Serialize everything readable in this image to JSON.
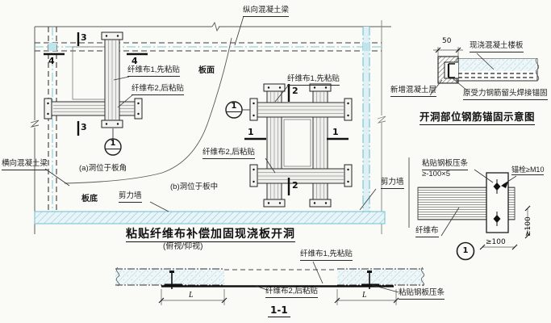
{
  "colors": {
    "cyan_line": "#7cc5d6",
    "cyan_fill": "#e8f4f7",
    "line": "#333333",
    "paper": "#fafaf7"
  },
  "plan": {
    "title": "粘贴纤维布补偿加固现浇板开洞",
    "subtitle": "(俯视/仰视)",
    "beam_top": "纵向混凝土梁",
    "beam_left": "横向混凝土梁",
    "slab_face": "板面",
    "slab_soffit": "板底",
    "wall_bottom": "剪力墙",
    "wall_right": "剪力墙",
    "case_a": "(a)洞位于板角",
    "case_b": "(b)洞位于板中",
    "fiber1": "纤维布1,先粘贴",
    "fiber2": "纤维布2,后粘贴",
    "mark3": "3",
    "mark4": "4",
    "mark1": "1",
    "mark2": "2",
    "bubble": "1"
  },
  "anchor_detail": {
    "title": "开洞部位钢筋锚固示意图",
    "slab": "现浇混凝土楼板",
    "new_layer": "新增混凝土层",
    "rebar": "原受力钢筋留头焊接锚固",
    "dim": "50"
  },
  "detail1": {
    "bubble": "1",
    "plate": "粘贴钢板压条",
    "plate_size": "≥-100×5",
    "bolt": "锚栓≥M10",
    "fiber": "纤维布",
    "dim_h": "≥100",
    "dim_v": "≥100"
  },
  "section": {
    "title": "1-1",
    "fiber1": "纤维布1,先粘贴",
    "fiber2": "纤维布2,后粘贴",
    "plate": "粘贴钢板压条",
    "dim_l": "L"
  }
}
